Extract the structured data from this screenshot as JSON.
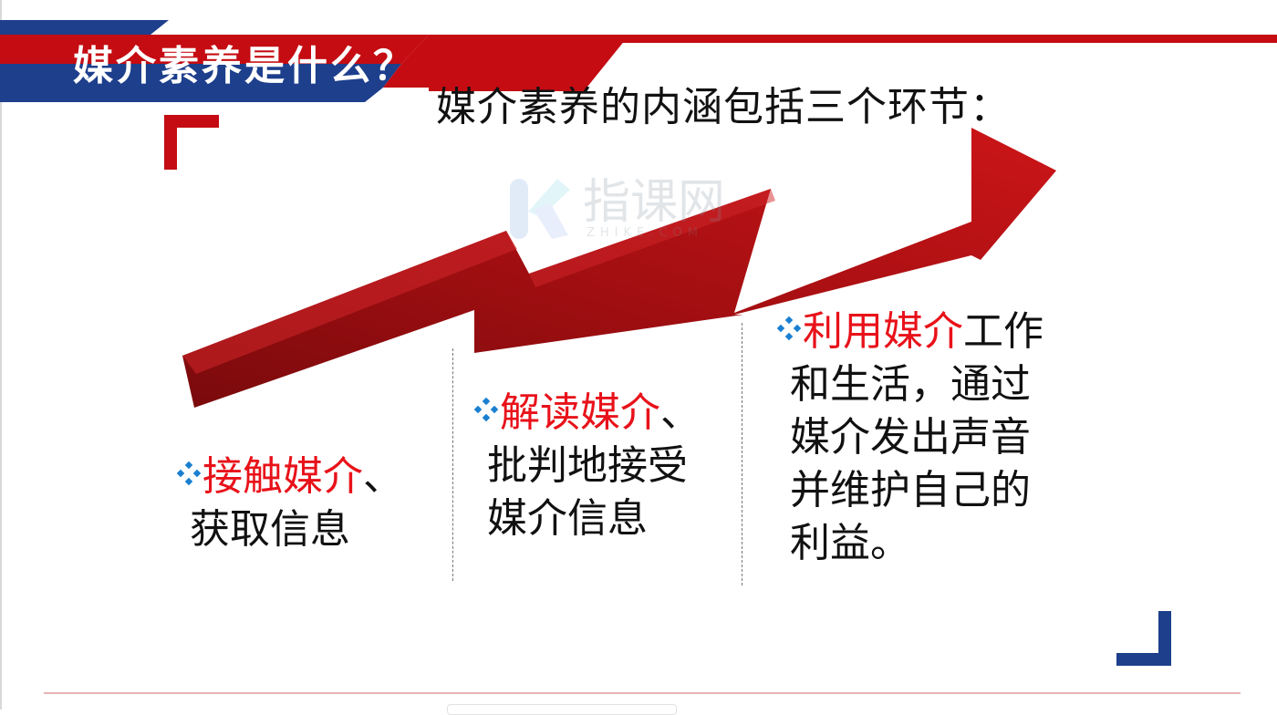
{
  "slide": {
    "title": "媒介素养是什么？",
    "subtitle": "媒介素养的内涵包括三个环节：",
    "colors": {
      "accent_red": "#c40c12",
      "highlight_red": "#e8121a",
      "navy": "#1d3f8c",
      "bullet_blue": "#1a7fd0"
    }
  },
  "watermark": {
    "brand": "指课网",
    "domain": "ZHIKE.COM",
    "icon": "zhike-k-logo-icon"
  },
  "steps": [
    {
      "bullet_icon": "diamond-bullet-icon",
      "highlight": "接触媒介",
      "after_highlight": "、",
      "lines": [
        "获取信息"
      ]
    },
    {
      "bullet_icon": "diamond-bullet-icon",
      "highlight": "解读媒介",
      "after_highlight": "、",
      "lines": [
        "批判地接受",
        "媒介信息"
      ]
    },
    {
      "bullet_icon": "diamond-bullet-icon",
      "highlight": "利用媒介",
      "after_highlight": "工作",
      "lines": [
        "和生活，通过",
        "媒介发出声音",
        "并维护自己的",
        "利益。"
      ]
    }
  ],
  "decor": {
    "arrow": "rising-arrow-icon",
    "top_bracket": "corner-bracket-top-left-icon",
    "bottom_bracket": "corner-bracket-bottom-right-icon"
  }
}
